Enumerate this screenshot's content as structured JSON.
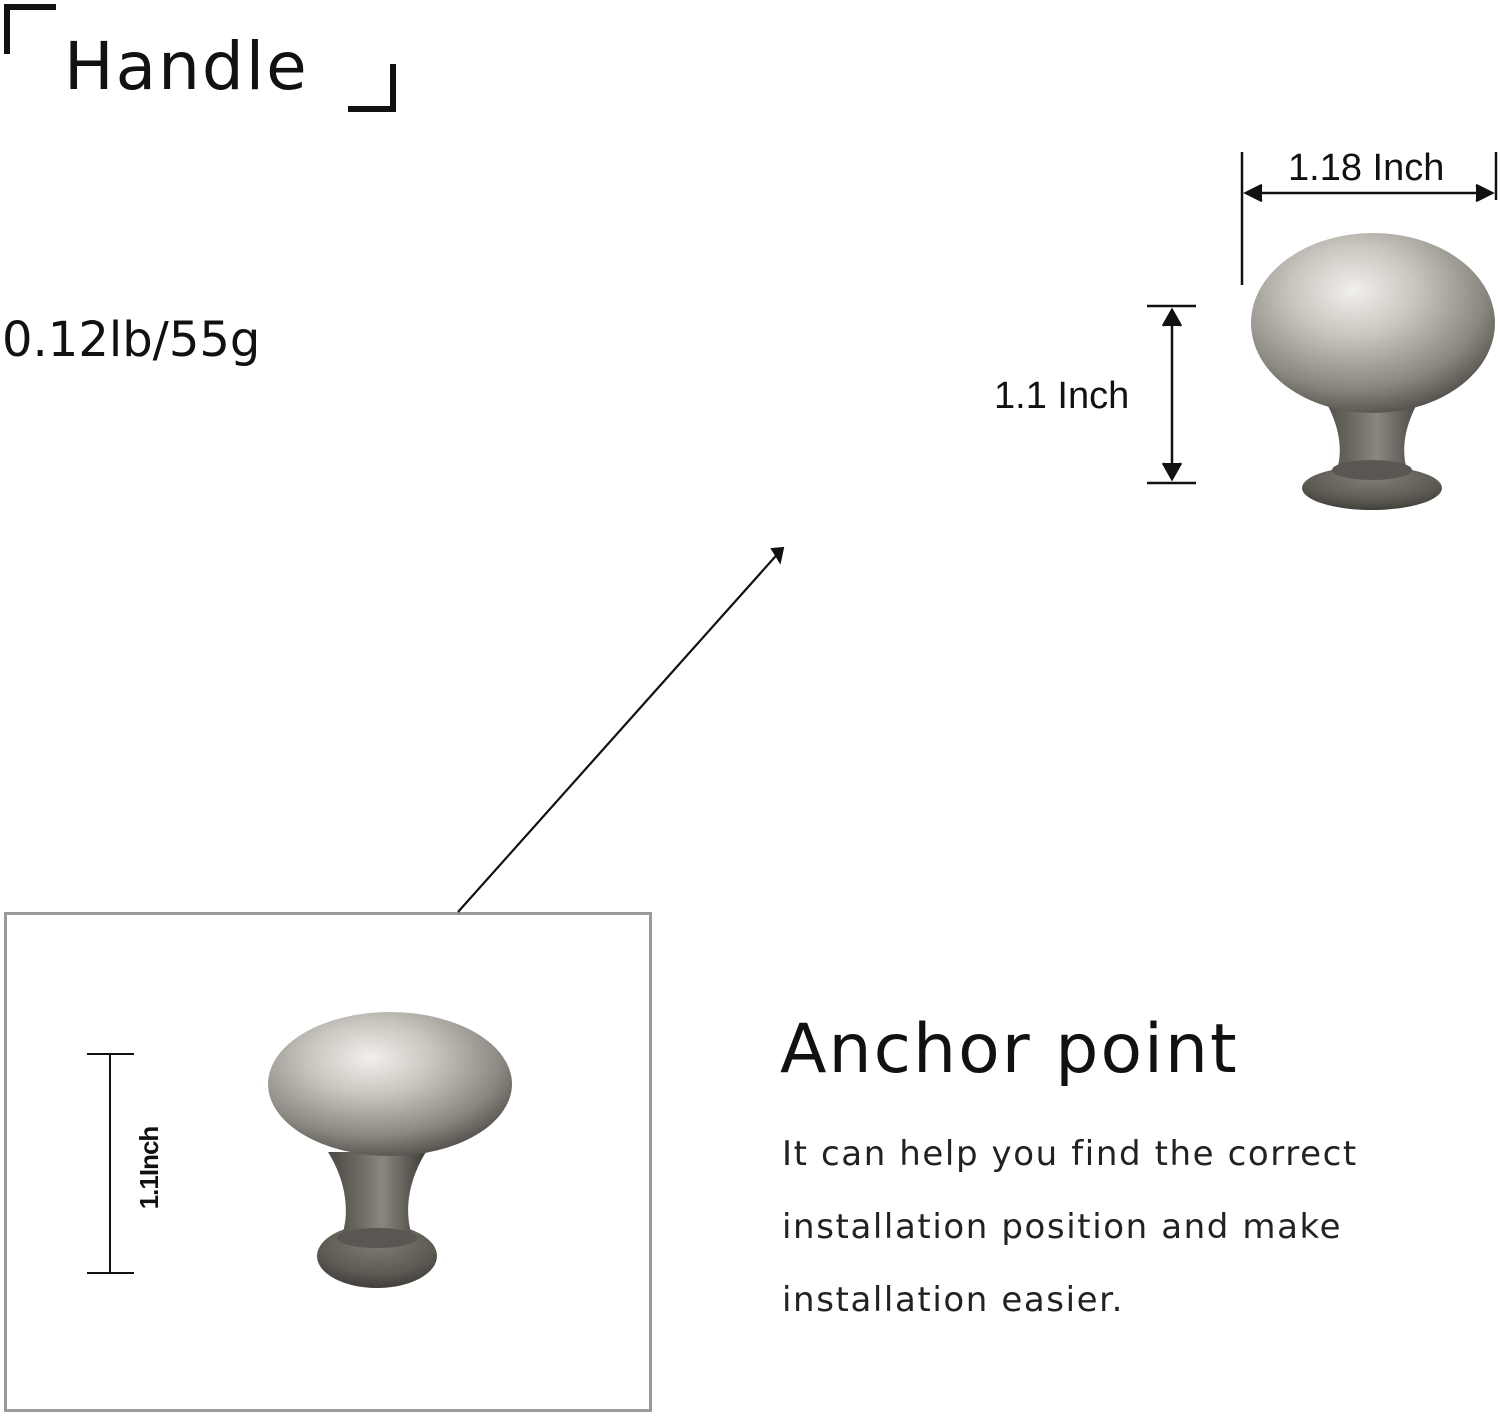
{
  "title": "Handle",
  "weight": "0.12lb/55g",
  "dimensions": {
    "width_label": "1.18 Inch",
    "height_label": "1.1 Inch",
    "inset_height_label": "1.1Inch"
  },
  "anchor": {
    "heading": "Anchor point",
    "body_lines": [
      "It can help you find the correct",
      "installation position and make",
      "installation easier."
    ]
  },
  "colors": {
    "text": "#111111",
    "frame_border": "#9a9a9a",
    "knob_metal": "#8a8780"
  },
  "icons": {
    "knob_large": "cabinet-knob-icon",
    "knob_inset": "cabinet-knob-icon",
    "pointer_arrow": "arrow-icon"
  }
}
